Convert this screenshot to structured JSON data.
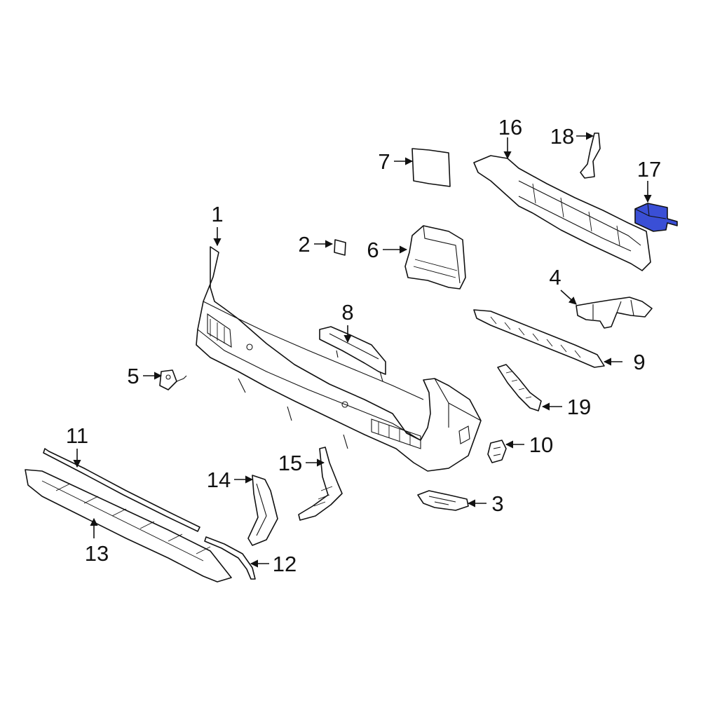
{
  "diagram": {
    "highlight_color": "#3a4fd6",
    "highlighted_part": "17",
    "callouts": [
      "1",
      "2",
      "3",
      "4",
      "5",
      "6",
      "7",
      "8",
      "9",
      "10",
      "11",
      "12",
      "13",
      "14",
      "15",
      "16",
      "17",
      "18",
      "19"
    ]
  }
}
